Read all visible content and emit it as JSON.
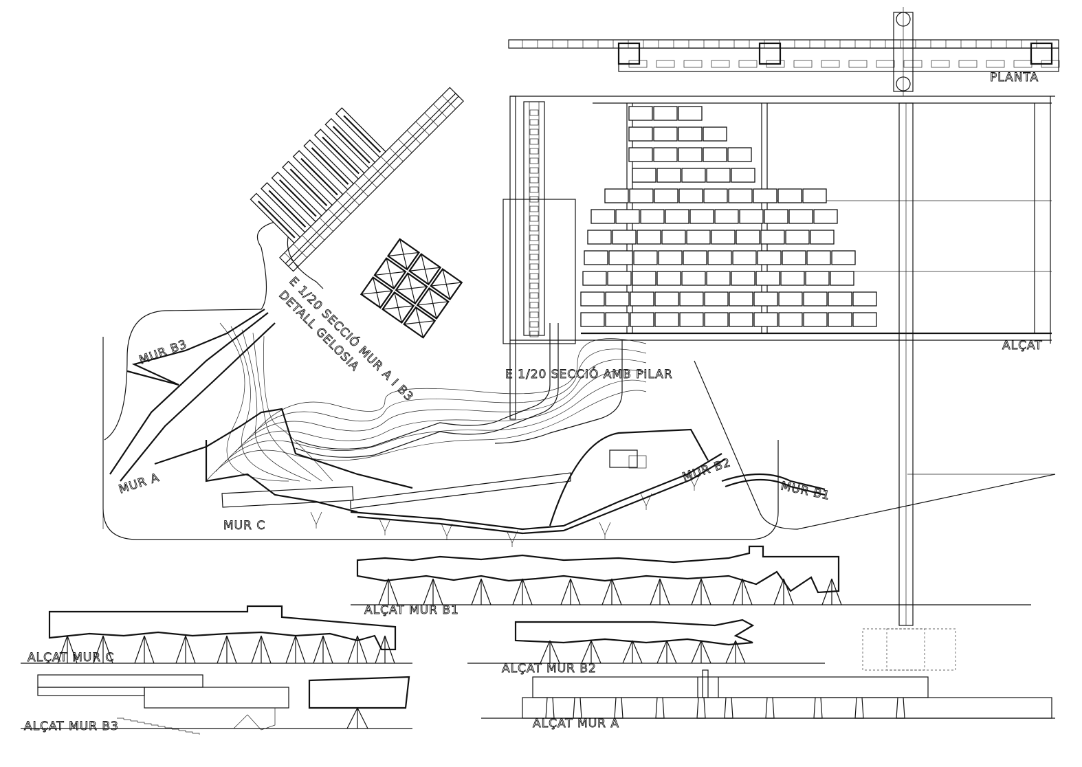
{
  "drawing": {
    "labels": {
      "planta": "PLANTA",
      "alcat": "ALÇAT",
      "seccio_pilar": "E 1/20 SECCIÓ AMB PILAR",
      "seccio_mur": "E 1/20 SECCIÓ MUR A I B3",
      "detall_gelosia": "DETALL GELOSIA",
      "mur_a": "MUR A",
      "mur_b1": "MUR B1",
      "mur_b2": "MUR B2",
      "mur_b3": "MUR B3",
      "mur_c": "MUR C",
      "alcat_mur_b1": "ALÇAT MUR B1",
      "alcat_mur_c": "ALÇAT MUR C",
      "alcat_mur_b2": "ALÇAT MUR B2",
      "alcat_mur_b3": "ALÇAT MUR B3",
      "alcat_mur_a": "ALÇAT MUR A"
    },
    "colors": {
      "ink": "#111111",
      "paper": "#ffffff"
    }
  }
}
